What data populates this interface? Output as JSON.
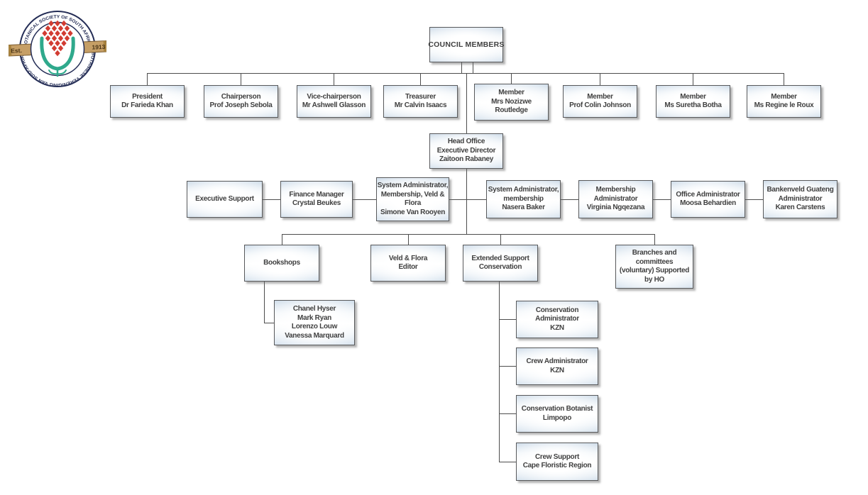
{
  "logo": {
    "arc_text_top": "BOTANICAL SOCIETY OF SOUTH AFRICA",
    "arc_text_bottom": "BOTANIESE VERENIGING VAN SUID-AFRIKA",
    "ribbon_left": "Est.",
    "ribbon_right": "1913"
  },
  "chart": {
    "root": {
      "label": "COUNCIL MEMBERS"
    },
    "council": [
      {
        "label": "President\nDr Farieda Khan"
      },
      {
        "label": "Chairperson\nProf Joseph Sebola"
      },
      {
        "label": "Vice-chairperson\nMr Ashwell Glasson"
      },
      {
        "label": "Treasurer\nMr Calvin Isaacs"
      },
      {
        "label": "Member\nMrs Nozizwe\nRoutledge"
      },
      {
        "label": "Member\nProf Colin Johnson"
      },
      {
        "label": "Member\nMs Suretha Botha"
      },
      {
        "label": "Member\nMs Regine le Roux"
      }
    ],
    "head_office": {
      "label": "Head Office\nExecutive Director\nZaitoon Rabaney"
    },
    "staff": [
      {
        "label": "Executive Support"
      },
      {
        "label": "Finance Manager\nCrystal Beukes"
      },
      {
        "label": "System Administrator,\nMembership, Veld &\nFlora\nSimone Van Rooyen"
      },
      {
        "label": "System Administrator,\nmembership\nNasera Baker"
      },
      {
        "label": "Membership\nAdministrator\nVirginia Ngqezana"
      },
      {
        "label": "Office Administrator\nMoosa Behardien"
      },
      {
        "label": "Bankenveld Guateng\nAdministrator\nKaren Carstens"
      }
    ],
    "departments": [
      {
        "label": "Bookshops"
      },
      {
        "label": "Veld & Flora\nEditor"
      },
      {
        "label": "Extended Support\nConservation"
      },
      {
        "label": "Branches and\ncommittees\n(voluntary) Supported\nby HO"
      }
    ],
    "bookshops_team": {
      "label": "Chanel Hyser\nMark Ryan\nLorenzo Louw\nVanessa Marquard"
    },
    "conservation_units": [
      {
        "label": "Conservation\nAdministrator\nKZN"
      },
      {
        "label": "Crew Administrator\nKZN"
      },
      {
        "label": "Conservation Botanist\nLimpopo"
      },
      {
        "label": "Crew Support\nCape Floristic Region"
      }
    ]
  },
  "colors": {
    "box_border": "#58595b",
    "box_text": "#3f3f3f",
    "connector": "#4d4d4d",
    "box_tint": "#c9d9e8",
    "flower_red": "#d23c32",
    "leaf_green": "#2fa98c",
    "ribbon_tan": "#c69f66",
    "ring_navy": "#232c55"
  }
}
